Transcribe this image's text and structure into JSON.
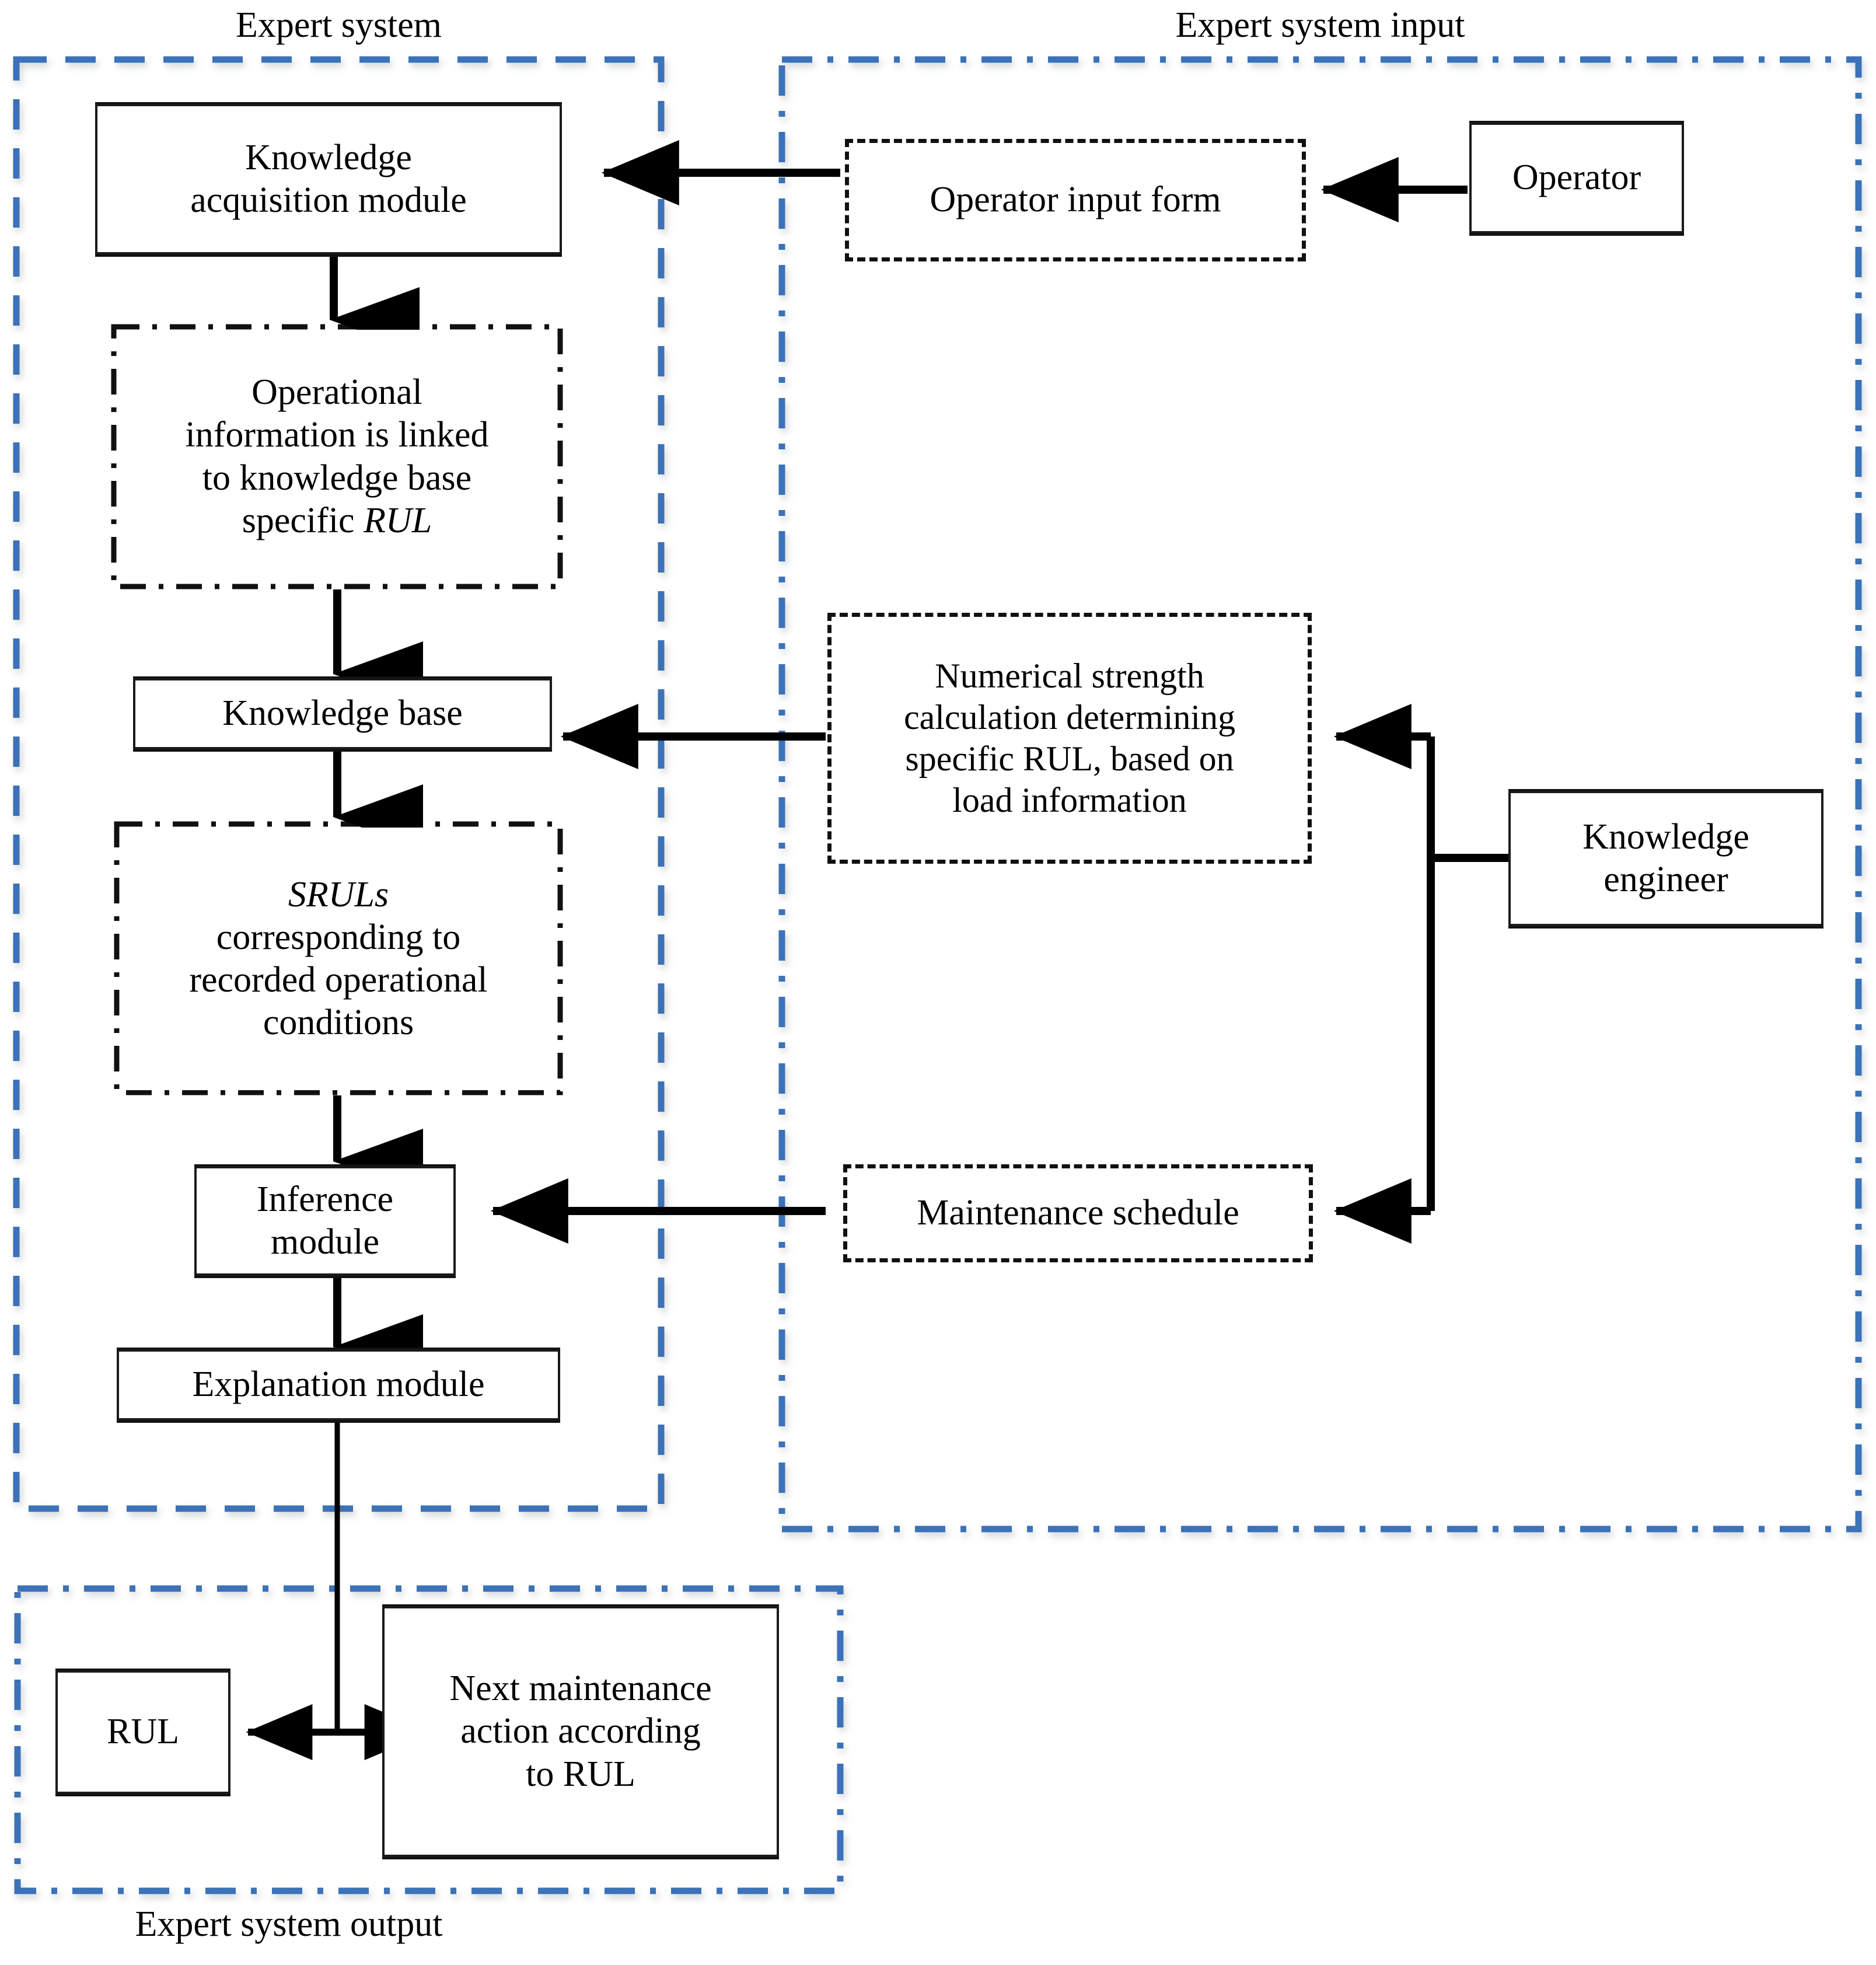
{
  "diagram": {
    "title_text_style": "serif",
    "colors": {
      "group_border": "#3a72b8",
      "node_border": "#111111",
      "arrow": "#000000",
      "background": "#ffffff"
    },
    "groups": [
      {
        "id": "expert-system",
        "label": "Expert system",
        "label_position": "top"
      },
      {
        "id": "expert-system-input",
        "label": "Expert system input",
        "label_position": "top"
      },
      {
        "id": "expert-system-output",
        "label": "Expert system output",
        "label_position": "bottom"
      }
    ],
    "nodes": [
      {
        "id": "knowledge-acquisition-module",
        "label": "Knowledge\nacquisition module",
        "style": "solid"
      },
      {
        "id": "operational-information",
        "label": "Operational\ninformation is linked\nto knowledge base\nspecific ",
        "label_italic": "RUL",
        "style": "dash-dot"
      },
      {
        "id": "knowledge-base",
        "label": "Knowledge base",
        "style": "solid"
      },
      {
        "id": "sruls",
        "label_italic_lead": "SRULs",
        "label": "\ncorresponding to\nrecorded operational\nconditions",
        "style": "dash-dot"
      },
      {
        "id": "inference-module",
        "label": "Inference\nmodule",
        "style": "solid"
      },
      {
        "id": "explanation-module",
        "label": "Explanation module",
        "style": "solid"
      },
      {
        "id": "operator-input-form",
        "label": "Operator input form",
        "style": "dashed"
      },
      {
        "id": "operator",
        "label": "Operator",
        "style": "solid"
      },
      {
        "id": "numerical-strength-calculation",
        "label": "Numerical strength\ncalculation determining\nspecific RUL, based on\nload information",
        "style": "dashed"
      },
      {
        "id": "maintenance-schedule",
        "label": "Maintenance schedule",
        "style": "dashed"
      },
      {
        "id": "knowledge-engineer",
        "label": "Knowledge\nengineer",
        "style": "solid"
      },
      {
        "id": "rul",
        "label": "RUL",
        "style": "solid"
      },
      {
        "id": "next-maintenance-action",
        "label": "Next maintenance\naction according\nto RUL",
        "style": "solid"
      }
    ],
    "edges": [
      {
        "from": "operator",
        "to": "operator-input-form",
        "kind": "arrow-left"
      },
      {
        "from": "operator-input-form",
        "to": "knowledge-acquisition-module",
        "kind": "arrow-left"
      },
      {
        "from": "knowledge-acquisition-module",
        "to": "operational-information",
        "kind": "arrow-down"
      },
      {
        "from": "operational-information",
        "to": "knowledge-base",
        "kind": "arrow-down"
      },
      {
        "from": "numerical-strength-calculation",
        "to": "knowledge-base",
        "kind": "arrow-left"
      },
      {
        "from": "knowledge-base",
        "to": "sruls",
        "kind": "arrow-down"
      },
      {
        "from": "sruls",
        "to": "inference-module",
        "kind": "arrow-down"
      },
      {
        "from": "maintenance-schedule",
        "to": "inference-module",
        "kind": "arrow-left"
      },
      {
        "from": "knowledge-engineer",
        "to": "numerical-strength-calculation",
        "kind": "arrow-left-branch"
      },
      {
        "from": "knowledge-engineer",
        "to": "maintenance-schedule",
        "kind": "arrow-left-branch"
      },
      {
        "from": "inference-module",
        "to": "explanation-module",
        "kind": "arrow-down"
      },
      {
        "from": "explanation-module",
        "to": "rul",
        "kind": "line-then-double-arrow"
      },
      {
        "from": "explanation-module",
        "to": "next-maintenance-action",
        "kind": "line-then-double-arrow"
      }
    ]
  }
}
